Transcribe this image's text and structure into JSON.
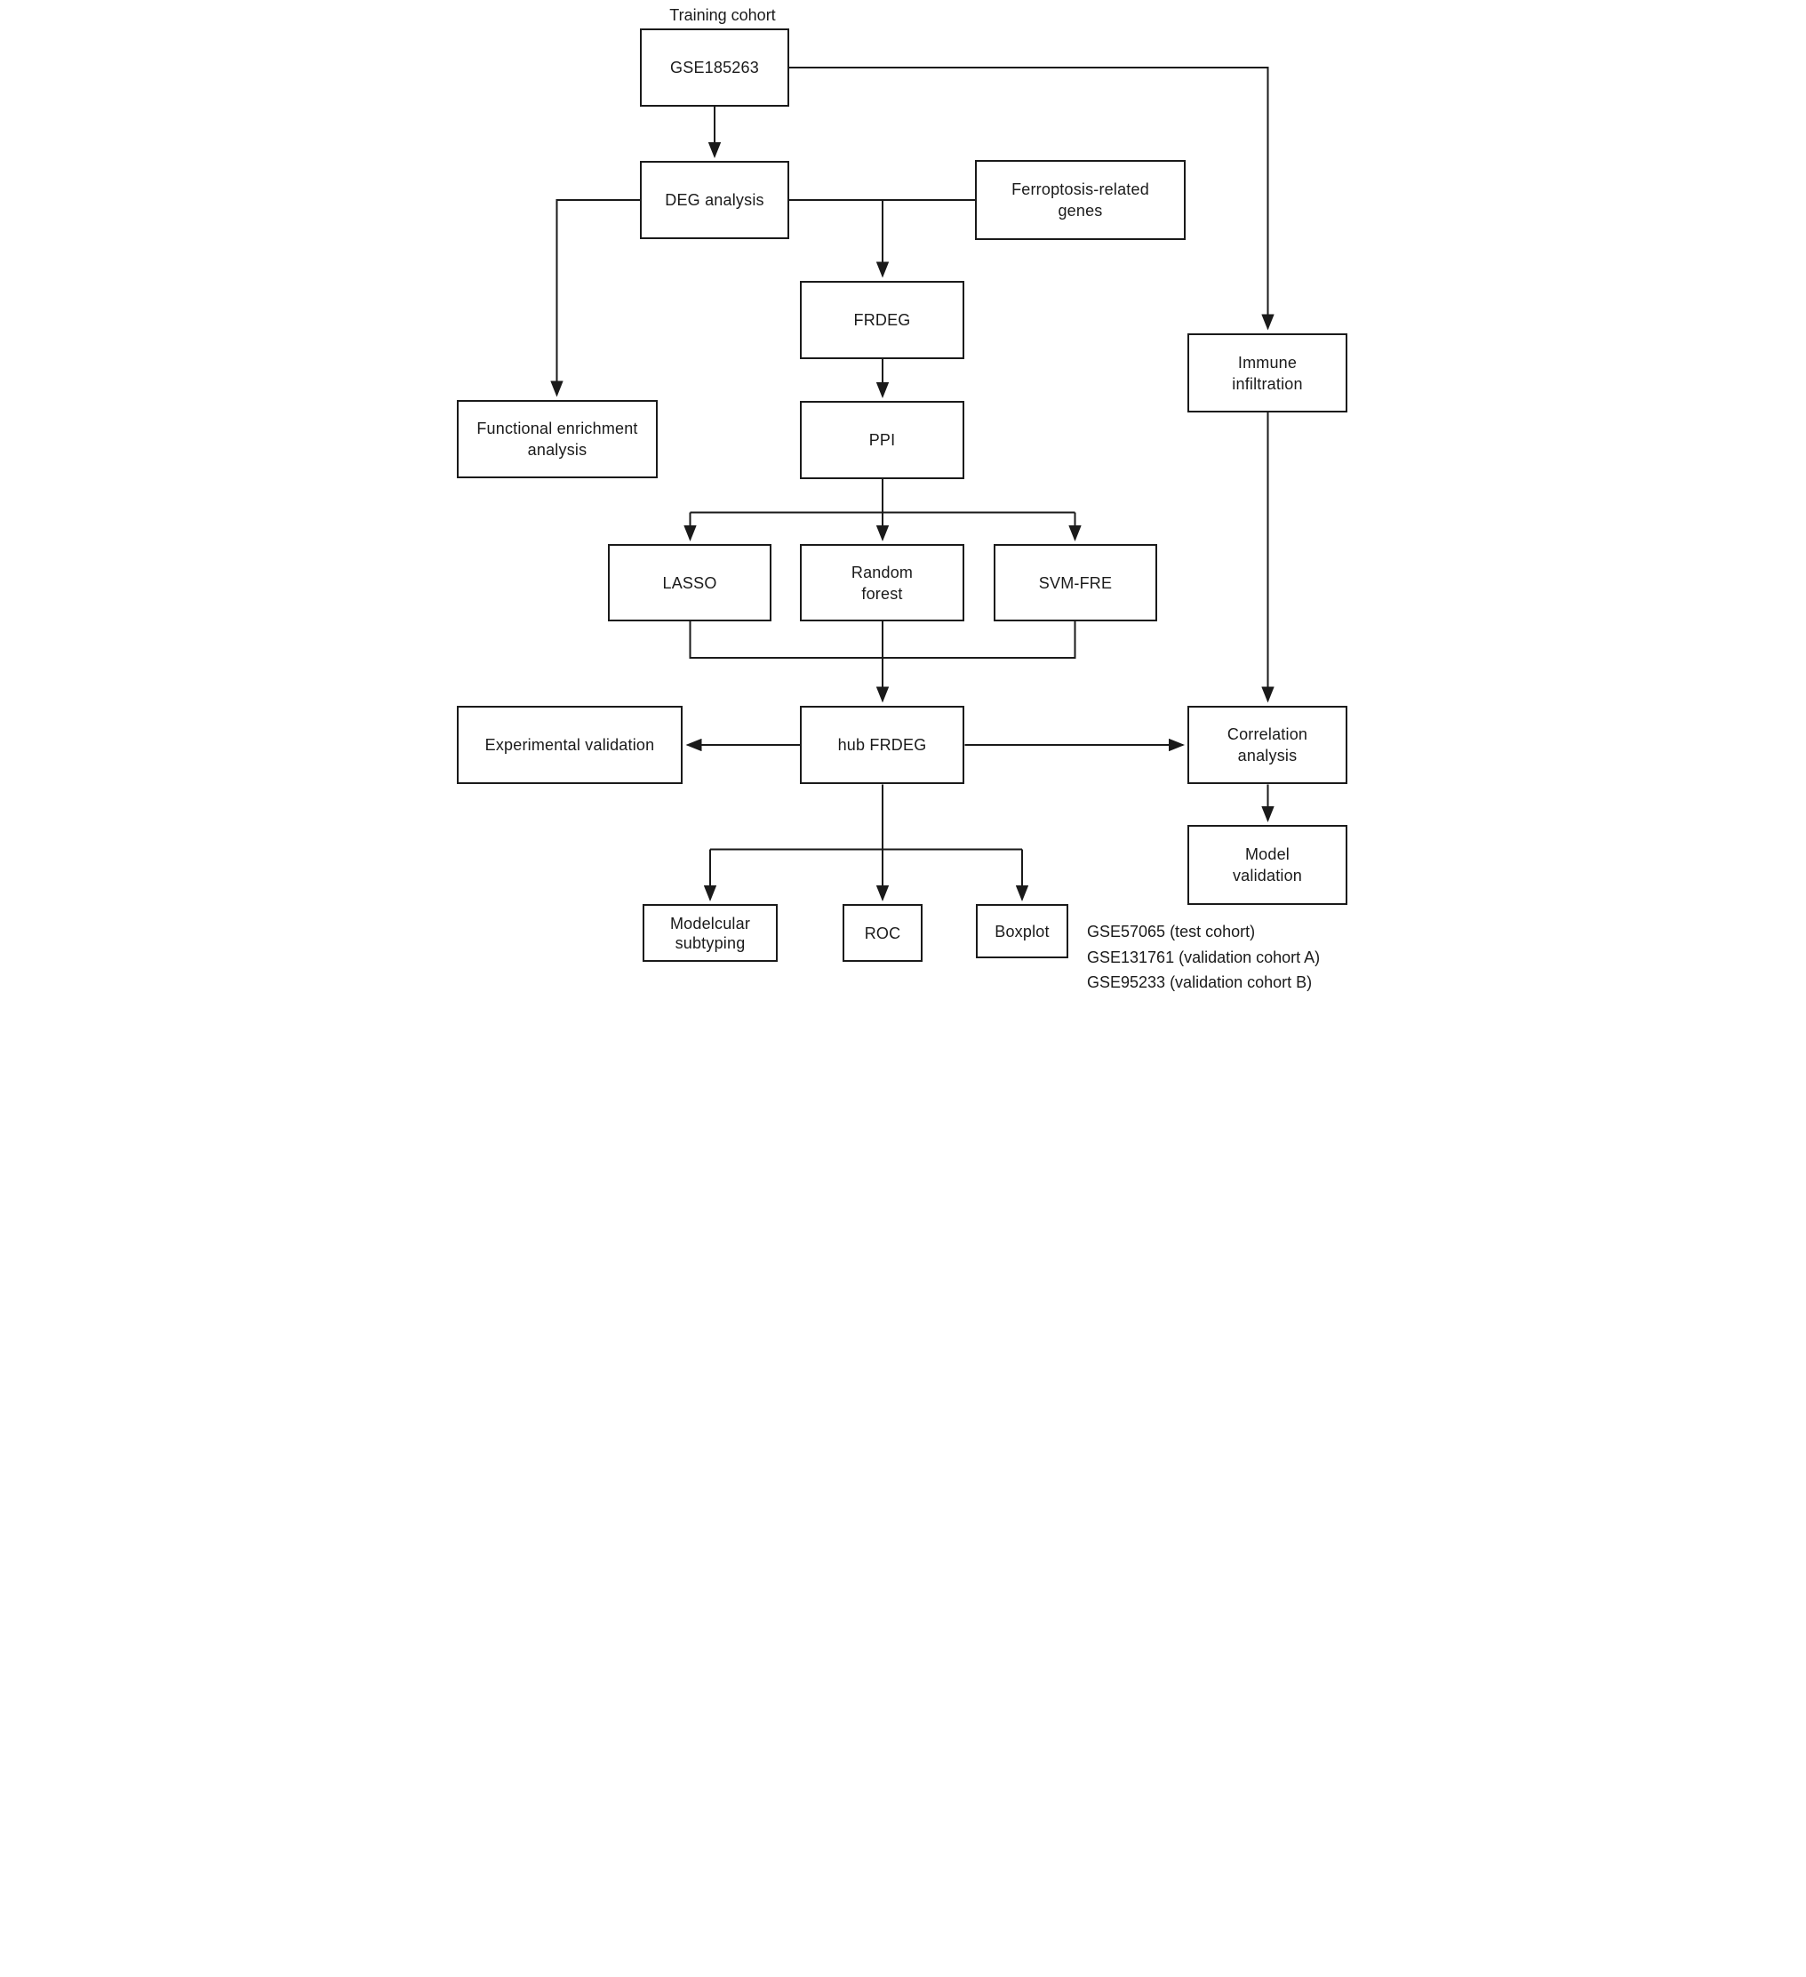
{
  "figure": {
    "training_cohort_label": "Training cohort",
    "nodes": {
      "gse185263": {
        "label": "GSE185263"
      },
      "deg_analysis": {
        "label": "DEG analysis"
      },
      "ferroptosis_related_genes": {
        "lines": [
          "Ferroptosis-related",
          "genes"
        ]
      },
      "frdeg": {
        "label": "FRDEG"
      },
      "ppi": {
        "label": "PPI"
      },
      "functional_enrichment": {
        "lines": [
          "Functional enrichment",
          "analysis"
        ]
      },
      "immune_infiltration": {
        "lines": [
          "Immune",
          "infiltration"
        ]
      },
      "lasso": {
        "label": "LASSO"
      },
      "random_forest": {
        "lines": [
          "Random",
          "forest"
        ]
      },
      "svm_fre": {
        "label": "SVM-FRE"
      },
      "hub_frdeg": {
        "label": "hub FRDEG"
      },
      "experimental_validation": {
        "label": "Experimental validation"
      },
      "correlation_analysis": {
        "lines": [
          "Correlation",
          "analysis"
        ]
      },
      "model_validation": {
        "lines": [
          "Model",
          "validation"
        ]
      },
      "modelcular_subtyping": {
        "lines": [
          "Modelcular",
          "subtyping"
        ]
      },
      "roc": {
        "label": "ROC"
      },
      "boxplot": {
        "label": "Boxplot"
      }
    },
    "cohort_annotations": [
      "GSE57065 (test cohort)",
      "GSE131761 (validation cohort A)",
      "GSE95233 (validation cohort B)"
    ],
    "colors": {
      "line": "#1a1a1a",
      "text": "#1a1a1a",
      "background": "#ffffff",
      "box_fill": "#ffffff"
    }
  }
}
